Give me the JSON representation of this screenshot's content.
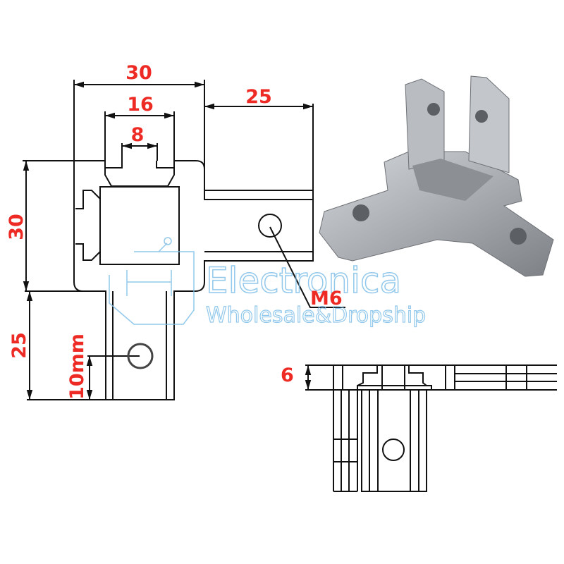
{
  "dimensions": {
    "top_width": "30",
    "slot_width": "16",
    "slot_opening": "8",
    "arm_length_right": "25",
    "height_left": "30",
    "arm_length_bottom": "25",
    "hole_offset": "10mm",
    "thread": "M6",
    "thickness": "6"
  },
  "watermark": {
    "brand": "Electronica",
    "tagline": "Wholesale&Dropship"
  },
  "colors": {
    "dimension_text": "#ee2a24",
    "watermark": "#7fbfe8",
    "line": "#111111",
    "metal": "#a9adb2"
  }
}
